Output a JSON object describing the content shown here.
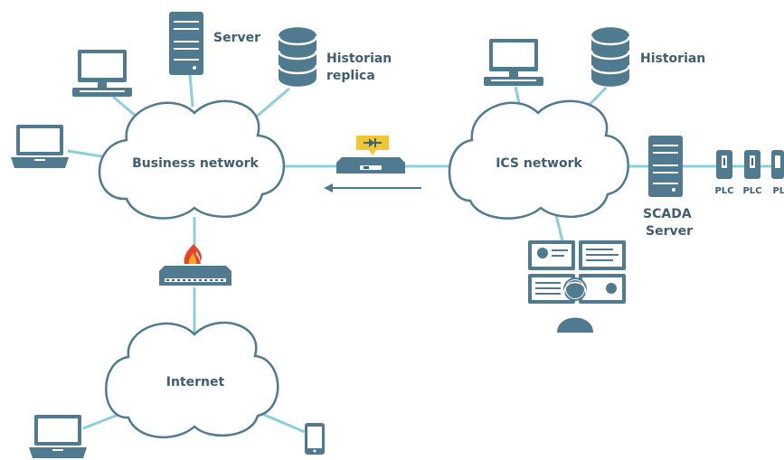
{
  "clouds": {
    "business": "Business network",
    "ics": "ICS network",
    "internet": "Internet"
  },
  "devices": {
    "server": "Server",
    "historian_replica_line1": "Historian",
    "historian_replica_line2": "replica",
    "historian": "Historian",
    "scada_line1": "SCADA",
    "scada_line2": "Server",
    "plc_labels": [
      "PLC",
      "PLC",
      "PLC"
    ]
  },
  "colors": {
    "device": "#4f7a8f",
    "link": "#8ccfdc",
    "diode_badge": "#f2c633",
    "firewall_flame": "#e0452b"
  },
  "icons": {
    "diode": "data-diode-icon",
    "firewall": "firewall-icon",
    "operator": "operator-workstation-icon"
  }
}
